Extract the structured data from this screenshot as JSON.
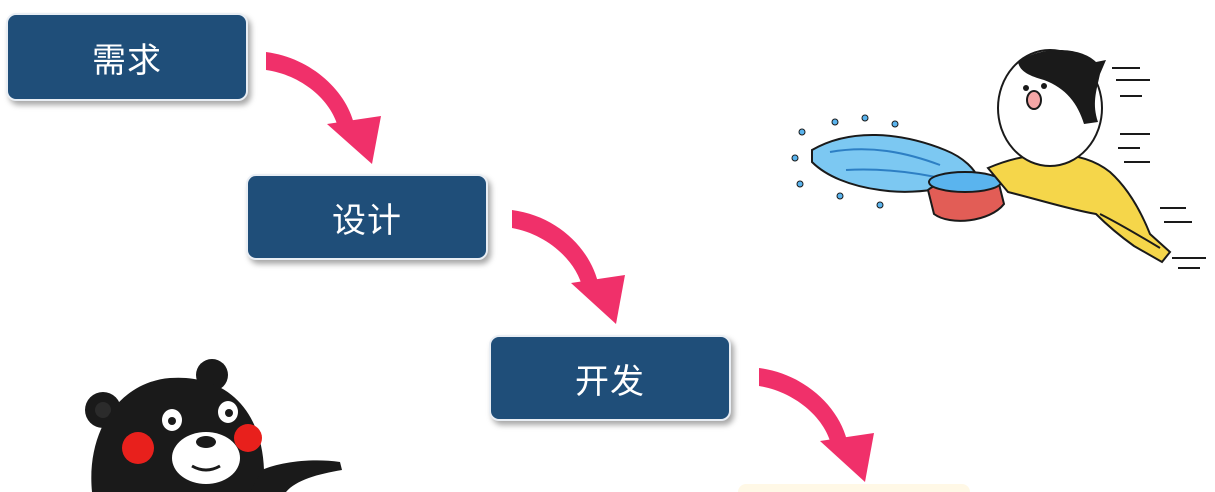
{
  "steps": [
    {
      "label": "需求"
    },
    {
      "label": "设计"
    },
    {
      "label": "开发"
    }
  ],
  "colors": {
    "box_fill": "#1f4e79",
    "arrow": "#f0306a",
    "water": "#5ab4ee"
  },
  "decorations": [
    "kumamon-bear-pointing",
    "cartoon-character-splashing-water"
  ]
}
